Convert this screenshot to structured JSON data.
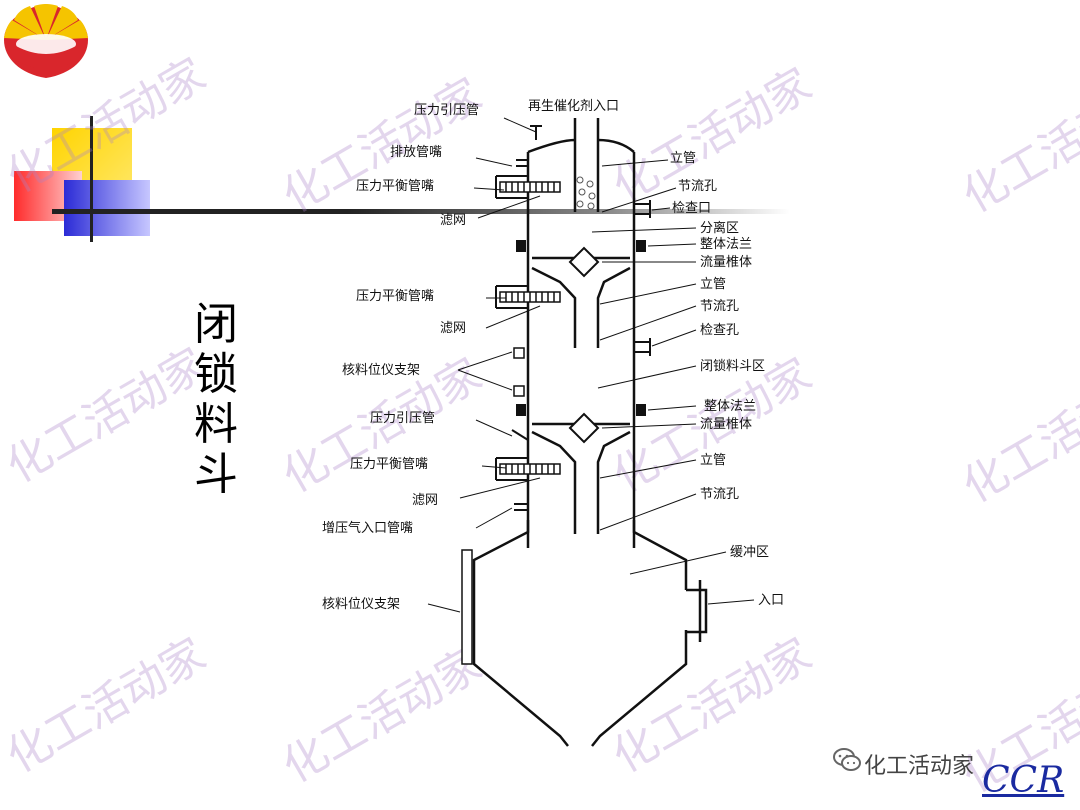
{
  "title_vertical": [
    "闭",
    "锁",
    "料",
    "斗"
  ],
  "watermark_text": "化工活动家",
  "footer": {
    "wechat_name": "化工活动家",
    "brand": "CCR"
  },
  "labels": {
    "left": [
      "压力引压管",
      "排放管嘴",
      "压力平衡管嘴",
      "滤网",
      "压力平衡管嘴",
      "滤网",
      "核料位仪支架",
      "压力引压管",
      "压力平衡管嘴",
      "滤网",
      "增压气入口管嘴",
      "核料位仪支架"
    ],
    "top": "再生催化剂入口",
    "right": [
      "立管",
      "节流孔",
      "检查口",
      "分离区",
      "整体法兰",
      "流量椎体",
      "立管",
      "节流孔",
      "检查孔",
      "闭锁料斗区",
      "整体法兰",
      "流量椎体",
      "立管",
      "节流孔",
      "缓冲区",
      "入口"
    ]
  },
  "colors": {
    "logo_red": "#d9262c",
    "logo_yellow": "#f5c400",
    "brand_blue": "#1a2aa0",
    "watermark": "#c9a8dc"
  }
}
